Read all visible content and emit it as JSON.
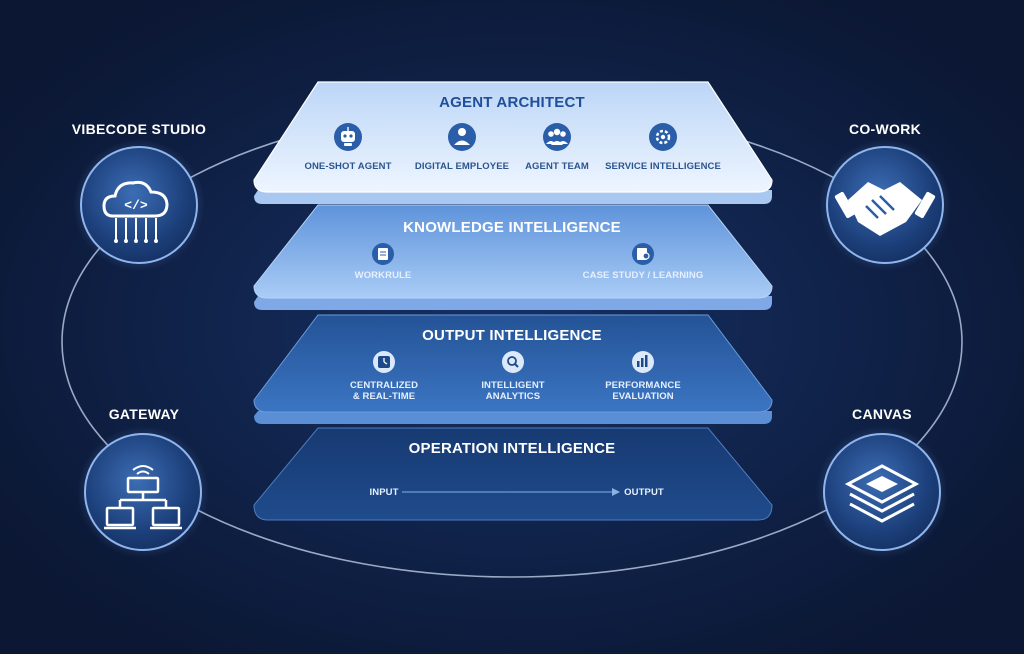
{
  "sides": {
    "top_left": "VIBECODE STUDIO",
    "top_right": "CO-WORK",
    "bottom_left": "GATEWAY",
    "bottom_right": "CANVAS"
  },
  "side_icons": {
    "top_left": "cloud-code-icon",
    "top_right": "handshake-icon",
    "bottom_left": "network-gateway-icon",
    "bottom_right": "layers-icon"
  },
  "layers": {
    "agent_architect": {
      "title": "AGENT ARCHITECT",
      "items": [
        "ONE-SHOT AGENT",
        "DIGITAL EMPLOYEE",
        "AGENT TEAM",
        "SERVICE INTELLIGENCE"
      ],
      "icons": [
        "robot-icon",
        "person-icon",
        "team-icon",
        "gear-icon"
      ]
    },
    "knowledge_intelligence": {
      "title": "KNOWLEDGE INTELLIGENCE",
      "items": [
        "WORKRULE",
        "CASE STUDY / LEARNING"
      ],
      "icons": [
        "document-icon",
        "document-search-icon"
      ]
    },
    "output_intelligence": {
      "title": "OUTPUT INTELLIGENCE",
      "items": [
        "CENTRALIZED\n& REAL-TIME",
        "INTELLIGENT\nANALYTICS",
        "PERFORMANCE\nEVALUATION"
      ],
      "icons": [
        "clock-icon",
        "magnifier-icon",
        "chart-icon"
      ]
    },
    "operation_intelligence": {
      "title": "OPERATION INTELLIGENCE",
      "input": "INPUT",
      "output": "OUTPUT"
    }
  },
  "colors": {
    "background": "#0d1b38",
    "layer1": "#d6e6fb",
    "layer2": "#8fb7ec",
    "layer3": "#2f65b0",
    "layer4": "#1c4685",
    "icon_circle": "#2a5ea8"
  }
}
